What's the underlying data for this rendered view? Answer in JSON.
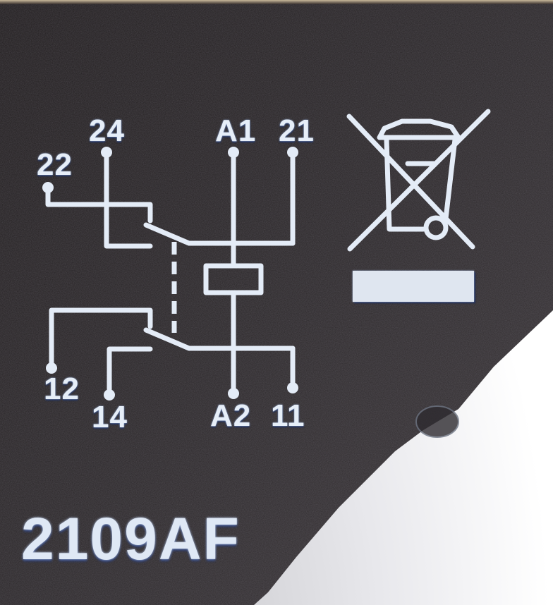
{
  "scene": {
    "description": "Close-up photo of a black relay housing with a printed wiring schematic",
    "colors": {
      "housing": "#2a2628",
      "print": "#e6eef8",
      "background": "#ffffff"
    }
  },
  "schematic": {
    "terminals_top": [
      "22",
      "24",
      "A1",
      "21"
    ],
    "terminals_bottom": [
      "12",
      "14",
      "A2",
      "11"
    ],
    "coil_label_top": "A1",
    "coil_label_bottom": "A2",
    "contact_sets": [
      {
        "common": "21",
        "nc": "22",
        "no": "24"
      },
      {
        "common": "11",
        "nc": "12",
        "no": "14"
      }
    ]
  },
  "labels": {
    "t22": "22",
    "t24": "24",
    "tA1": "A1",
    "t21": "21",
    "t12": "12",
    "t14": "14",
    "tA2": "A2",
    "t11": "11"
  },
  "symbols": {
    "weee": "crossed-out-wheelie-bin-icon"
  },
  "part_number": "2109AF"
}
